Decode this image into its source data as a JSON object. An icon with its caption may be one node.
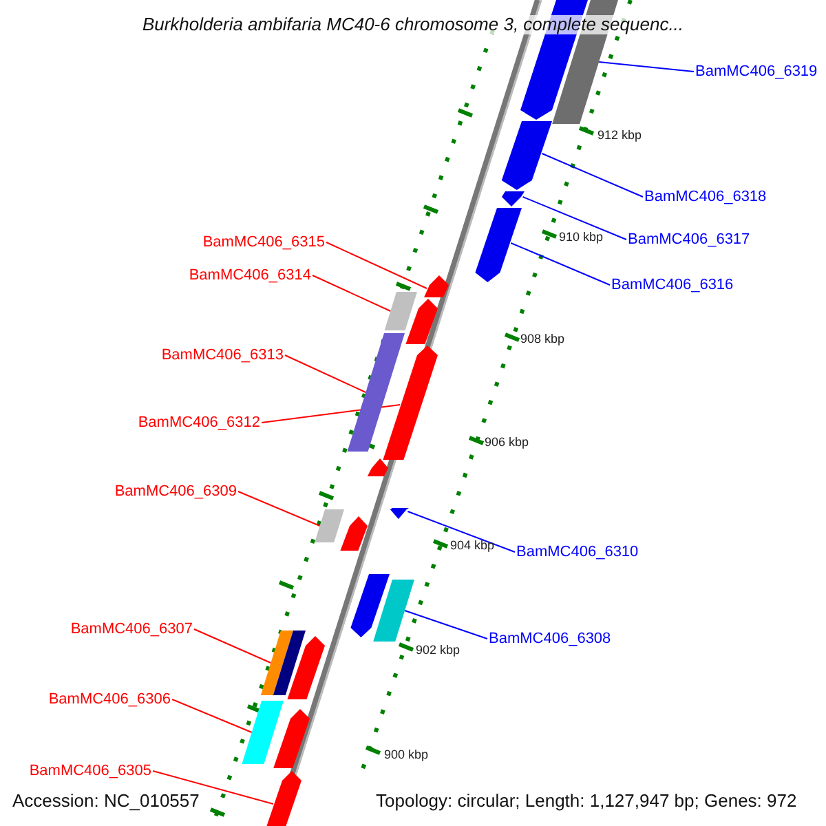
{
  "diagram": {
    "title": "Burkholderia ambifaria MC40-6 chromosome 3, complete sequenc...",
    "nodes": [
      {
        "text": [
          "BamMC406_6319"
        ]
      },
      {
        "text": [],
        "shape": "bar"
      },
      {
        "text": [
          "BamMC406_6318"
        ]
      },
      {
        "text": [],
        "shape": "bar"
      },
      {
        "text": [
          "BamMC406_6317"
        ]
      },
      {
        "text": [],
        "shape": "bar"
      },
      {
        "text": [
          "BamMC406_6316"
        ]
      },
      {
        "text": [],
        "shape": "bar"
      },
      {
        "text": [
          "BamMC406_6315"
        ]
      },
      {
        "text": [],
        "shape": "bar"
      },
      {
        "text": [
          "BamMC406_6314"
        ]
      },
      {
        "text": [],
        "shape": "bar"
      },
      {
        "text": [
          "BamMC406_6313"
        ]
      },
      {
        "text": [],
        "shape": "bar"
      },
      {
        "text": [
          "BamMC406_6312"
        ]
      },
      {
        "text": [],
        "shape": "bar"
      },
      {
        "text": [
          "BamMC406_6309"
        ]
      },
      {
        "text": [],
        "shape": "bar"
      },
      {
        "text": [
          "BamMC406_6310"
        ]
      },
      {
        "text": [],
        "shape": "bar"
      },
      {
        "text": [
          "BamMC406_6308"
        ]
      },
      {
        "text": [],
        "shape": "bar"
      },
      {
        "text": [
          "BamMC406_6307"
        ]
      },
      {
        "text": [],
        "shape": "bar"
      },
      {
        "text": [
          "BamMC406_6306"
        ]
      },
      {
        "text": [],
        "shape": "bar"
      },
      {
        "text": [
          "BamMC406_6305"
        ]
      },
      {
        "text": [],
        "shape": "bar"
      },
      {
        "text": [],
        "shape": "bar"
      },
      {
        "text": [],
        "shape": "bar"
      },
      {
        "text": [],
        "shape": "bar"
      },
      {
        "text": [],
        "shape": "bar"
      },
      {
        "text": [],
        "shape": "bar"
      },
      {
        "text": [],
        "shape": "bar"
      },
      {
        "text": [],
        "shape": "bar"
      }
    ],
    "edges": [
      {
        "from": 0,
        "to": 1,
        "arrow": "none",
        "color": "#0000ff"
      },
      {
        "from": 2,
        "to": 3,
        "arrow": "none",
        "color": "#0000ff"
      },
      {
        "from": 4,
        "to": 5,
        "arrow": "none",
        "color": "#0000ff"
      },
      {
        "from": 6,
        "to": 7,
        "arrow": "none",
        "color": "#0000ff"
      },
      {
        "from": 8,
        "to": 9,
        "arrow": "none"
      },
      {
        "from": 10,
        "to": 11,
        "arrow": "none"
      },
      {
        "from": 12,
        "to": 13,
        "arrow": "none"
      },
      {
        "from": 14,
        "to": 15,
        "arrow": "none"
      },
      {
        "from": 16,
        "to": 17,
        "arrow": "none"
      },
      {
        "from": 18,
        "to": 19,
        "arrow": "none",
        "color": "#0000ff"
      },
      {
        "from": 20,
        "to": 21,
        "arrow": "none",
        "color": "#0000ff"
      },
      {
        "from": 22,
        "to": 23,
        "arrow": "none"
      },
      {
        "from": 24,
        "to": 25,
        "arrow": "none"
      },
      {
        "from": 26,
        "to": 27,
        "arrow": "none"
      }
    ],
    "labels": [
      "912 kbp",
      "910 kbp",
      "908 kbp",
      "906 kbp",
      "904 kbp",
      "902 kbp",
      "900 kbp",
      "Accession: NC_010557",
      "Topology: circular; Length: 1,127,947 bp; Genes: 972"
    ]
  }
}
